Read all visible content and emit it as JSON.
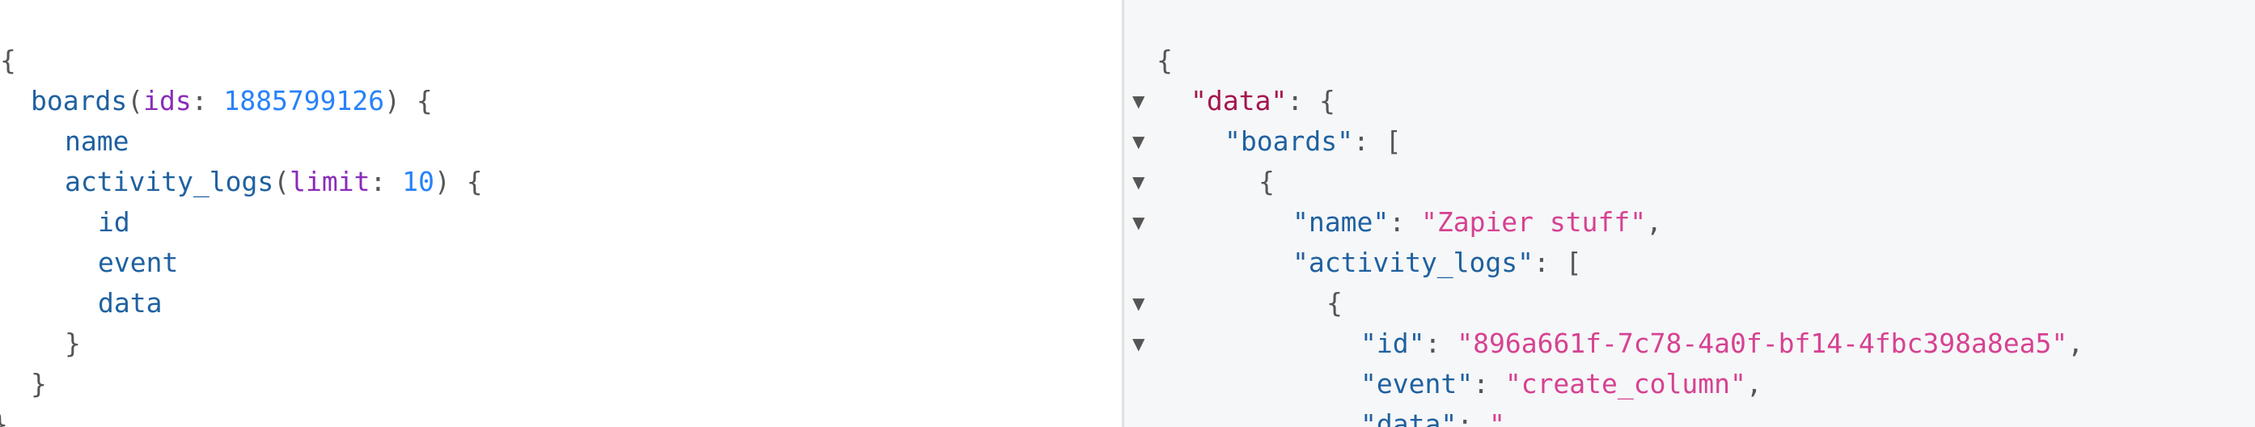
{
  "query": {
    "lines": [
      {
        "text": "{"
      },
      {
        "field": "boards",
        "open": "(",
        "arg": "ids",
        "sep": ": ",
        "value": "1885799126",
        "close": ") {"
      },
      {
        "field": "name"
      },
      {
        "field": "activity_logs",
        "open": "(",
        "arg": "limit",
        "sep": ": ",
        "value": "10",
        "close": ") {"
      },
      {
        "field": "id"
      },
      {
        "field": "event"
      },
      {
        "field": "data"
      },
      {
        "text": "}"
      },
      {
        "text": "}"
      },
      {
        "text": "}"
      }
    ]
  },
  "result": {
    "fold_icon": "triangle-down-icon",
    "lines": [
      {
        "text": "{"
      },
      {
        "key": "\"data\"",
        "after": ": {"
      },
      {
        "key": "\"boards\"",
        "after": ": ["
      },
      {
        "text": "{"
      },
      {
        "key": "\"name\"",
        "sep": ": ",
        "value": "\"Zapier stuff\"",
        "after": ","
      },
      {
        "key": "\"activity_logs\"",
        "after": ": ["
      },
      {
        "text": "{"
      },
      {
        "key": "\"id\"",
        "sep": ": ",
        "value": "\"896a661f-7c78-4a0f-bf14-4fbc398a8ea5\"",
        "after": ","
      },
      {
        "key": "\"event\"",
        "sep": ": ",
        "value": "\"create_column\"",
        "after": ","
      },
      {
        "key": "\"data\"",
        "sep": ": ",
        "value": "\""
      }
    ]
  }
}
